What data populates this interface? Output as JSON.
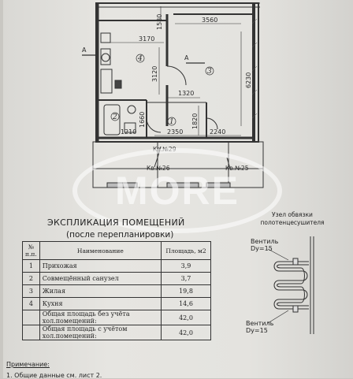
{
  "plan": {
    "dims": {
      "kitchen_w": "3170",
      "room_w": "3560",
      "top_right_v": "1580",
      "room_h": "6230",
      "kitchen_h": "3120",
      "d1320": "1320",
      "d1820": "1820",
      "d2350": "2350",
      "d2240": "2240",
      "d1660": "1660",
      "d1210": "1210"
    },
    "rooms": [
      "3",
      "4",
      "1",
      "2"
    ],
    "section_marks": [
      "A",
      "A"
    ],
    "riser_labels": [
      "Кв.№29",
      "Кв.№26",
      "Кв.№25"
    ]
  },
  "watermark": "MORE",
  "explication": {
    "title": "ЭКСПЛИКАЦИЯ ПОМЕЩЕНИЙ",
    "subtitle": "(после перепланировки)",
    "headers": [
      "№ п.п.",
      "Наименование",
      "Площадь, м2"
    ],
    "rows": [
      [
        "1",
        "Прихожая",
        "3,9"
      ],
      [
        "2",
        "Совмещённый санузел",
        "3,7"
      ],
      [
        "3",
        "Жилая",
        "19,8"
      ],
      [
        "4",
        "Кухня",
        "14,6"
      ]
    ],
    "totals": [
      [
        "Общая площадь без учёта хол.помещений:",
        "42,0"
      ],
      [
        "Общая площадь с учётом хол.помещений:",
        "42,0"
      ]
    ]
  },
  "riser": {
    "title": "Узел обвязки полотенцесушителя",
    "valve_top_1": "Вентиль",
    "valve_top_2": "Dy=15",
    "valve_bot_1": "Вентиль",
    "valve_bot_2": "Dy=15"
  },
  "notes": {
    "heading": "Примечание:",
    "line1": "1. Общие данные см. лист 2."
  }
}
